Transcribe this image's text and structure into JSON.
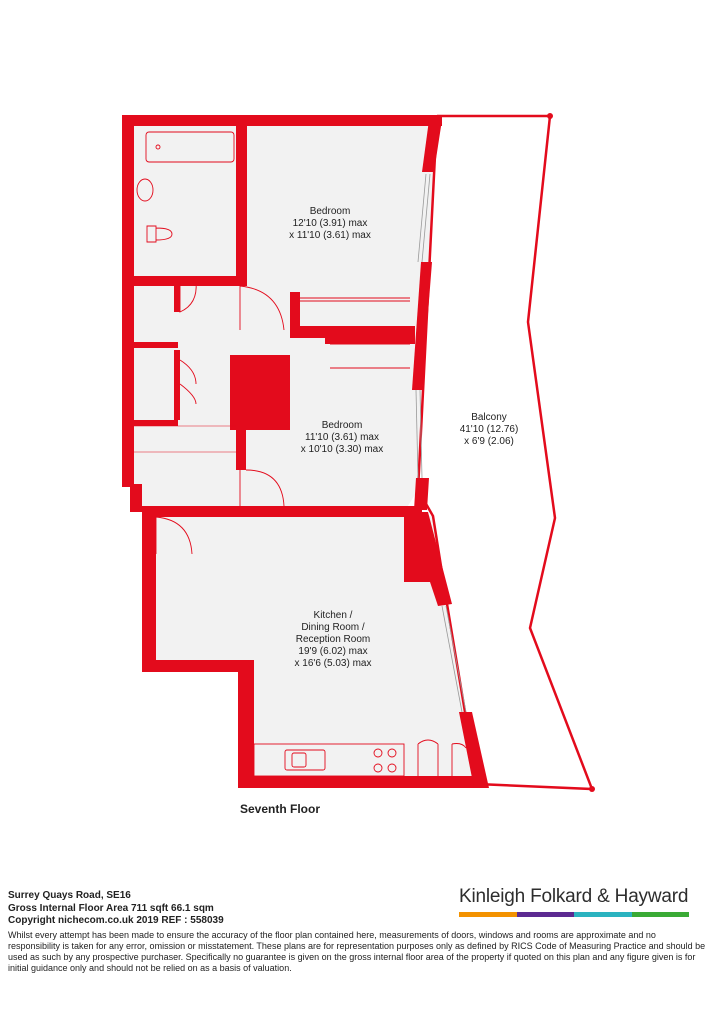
{
  "colors": {
    "wall": "#e30b1c",
    "floor": "#f2f2f2",
    "fixture": "#e30b1c",
    "brand_orange": "#f39200",
    "brand_purple": "#5c2a91",
    "brand_teal": "#2bb3c0",
    "brand_green": "#3aaa35"
  },
  "rooms": [
    {
      "name": "Bedroom",
      "dim1": "12'10 (3.91) max",
      "dim2": "x 11'10 (3.61) max"
    },
    {
      "name": "Bedroom",
      "dim1": "11'10 (3.61) max",
      "dim2": "x 10'10 (3.30) max"
    },
    {
      "name": "Balcony",
      "dim1": "41'10 (12.76)",
      "dim2": "x 6'9 (2.06)"
    },
    {
      "name_lines": [
        "Kitchen /",
        "Dining Room /",
        "Reception Room"
      ],
      "dim1": "19'9 (6.02) max",
      "dim2": "x 16'6 (5.03) max"
    }
  ],
  "floor_name": "Seventh Floor",
  "address": "Surrey Quays Road, SE16",
  "area": "Gross Internal Floor Area 711 sqft 66.1 sqm",
  "copyright": "Copyright nichecom.co.uk 2019 REF : 558039",
  "disclaimer": "Whilst every attempt has been made to ensure the accuracy of the floor plan contained here, measurements of doors, windows and rooms are approximate and no responsibility is taken for any error, omission or misstatement.  These plans are for representation purposes only as defined by RICS Code of Measuring Practice and should be used as such by any prospective purchaser.  Specifically no guarantee is given on the gross internal floor area of the property if quoted on this plan and any figure given is for initial guidance only and should not be relied on as a basis of valuation.",
  "brand": {
    "name": "Kinleigh Folkard & Hayward"
  }
}
